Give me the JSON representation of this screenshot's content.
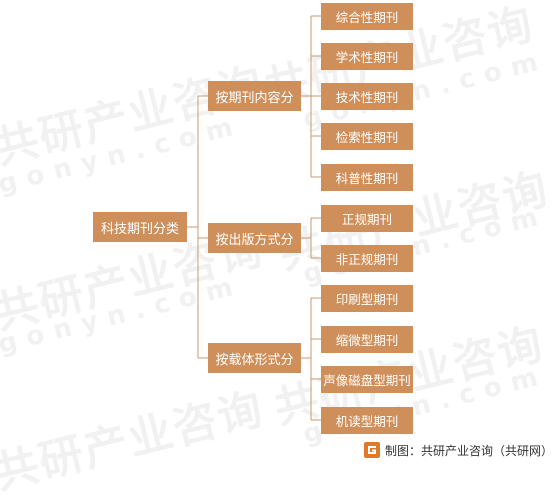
{
  "diagram": {
    "root": "科技期刊分类",
    "branches": [
      {
        "label": "按期刊内容分",
        "leaves": [
          "综合性期刊",
          "学术性期刊",
          "技术性期刊",
          "检索性期刊",
          "科普性期刊"
        ]
      },
      {
        "label": "按出版方式分",
        "leaves": [
          "正规期刊",
          "非正规期刊"
        ]
      },
      {
        "label": "按载体形式分",
        "leaves": [
          "印刷型期刊",
          "缩微型期刊",
          "声像磁盘型期刊",
          "机读型期刊"
        ]
      }
    ]
  },
  "footer": {
    "credit": "制图：共研产业咨询（共研网）"
  },
  "watermark": {
    "brand": "共研产业咨询",
    "domain": "gonyn.com"
  },
  "colors": {
    "box": "#cf8f5b",
    "line": "#c99a6e",
    "text": "#ffffff",
    "logo": "#e0792a"
  }
}
